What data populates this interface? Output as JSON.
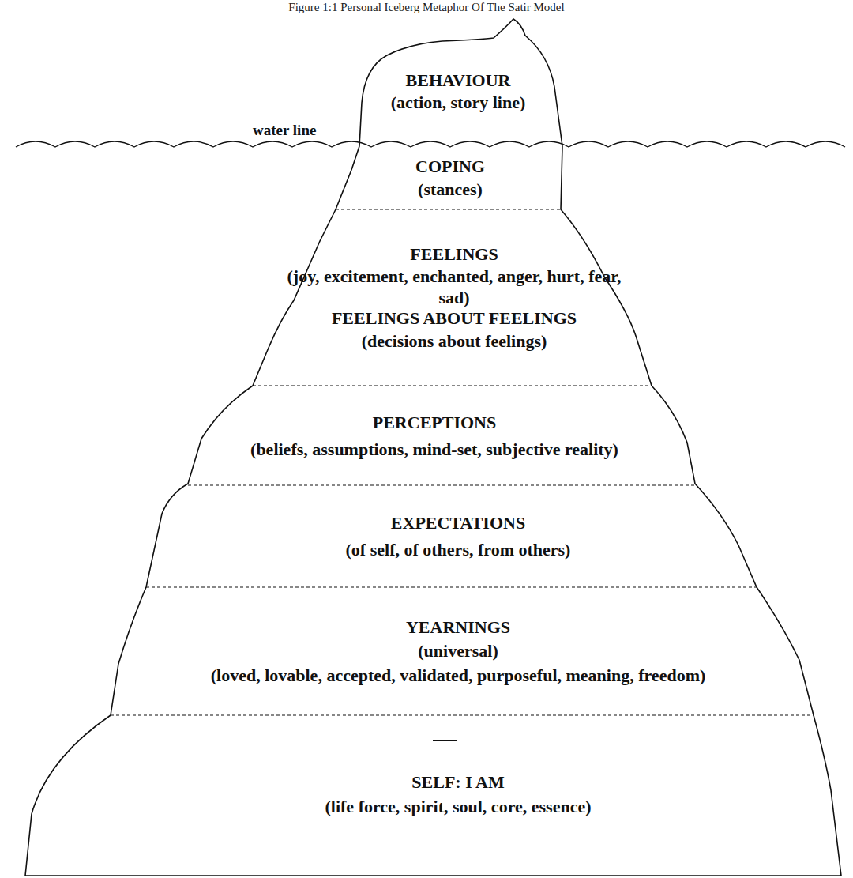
{
  "diagram": {
    "title": "Figure 1:1 Personal Iceberg Metaphor Of The Satir Model",
    "nodes": [
      {
        "text": [
          "BEHAVIOUR",
          "(action, story line)"
        ]
      },
      {
        "text": [
          "COPING",
          "(stances)"
        ]
      },
      {
        "text": [
          "FEELINGS",
          "(joy, excitement, enchanted, anger, hurt, fear, sad)",
          "FEELINGS ABOUT FEELINGS",
          "(decisions about feelings)"
        ]
      },
      {
        "text": [
          "PERCEPTIONS",
          "(beliefs, assumptions, mind-set, subjective reality)"
        ]
      },
      {
        "text": [
          "EXPECTATIONS",
          "(of self, of others, from others)"
        ]
      },
      {
        "text": [
          "YEARNINGS",
          "(universal)",
          "(loved, lovable, accepted, validated, purposeful, meaning, freedom)"
        ]
      },
      {
        "text": [
          "SELF: I AM",
          "(life force, spirit, soul, core, essence)"
        ]
      }
    ],
    "labels": [
      "water line"
    ]
  }
}
